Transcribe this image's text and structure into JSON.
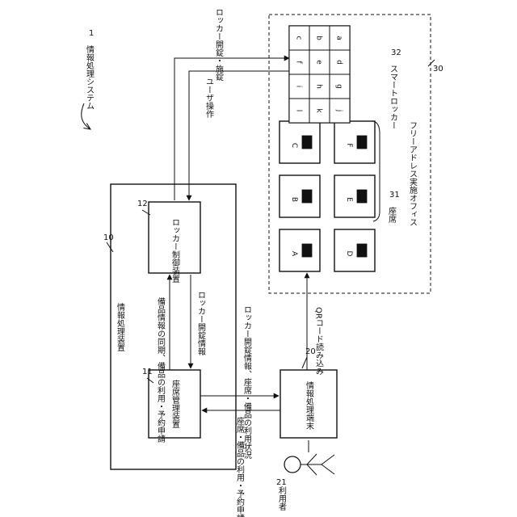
{
  "system": {
    "ref": "1",
    "label": "情報処理システム"
  },
  "info_device": {
    "ref": "10",
    "label": "情報処理装置"
  },
  "seat_manager": {
    "ref": "11",
    "label": "座席管理装置"
  },
  "locker_controller": {
    "ref": "12",
    "label": "ロッカー制御装置"
  },
  "terminal": {
    "ref": "20",
    "label": "情報処理端末"
  },
  "user": {
    "ref": "21",
    "label": "利用者"
  },
  "office": {
    "ref": "30",
    "label": "フリーアドレス実施オフィス"
  },
  "seats": {
    "ref": "31",
    "label": "座席",
    "items": [
      {
        "id": "A"
      },
      {
        "id": "B"
      },
      {
        "id": "C"
      },
      {
        "id": "D"
      },
      {
        "id": "E"
      },
      {
        "id": "F"
      }
    ]
  },
  "smart_locker": {
    "ref": "32",
    "label": "スマートロッカー",
    "rows": [
      [
        "c",
        "f",
        "i",
        "l"
      ],
      [
        "b",
        "e",
        "h",
        "k"
      ],
      [
        "a",
        "d",
        "g",
        "j"
      ]
    ]
  },
  "flows": {
    "sync_request": "備品情報の同期、備品の利用・予約申請",
    "unlock_info": "ロッカー開錠情報",
    "unlock_status": "ロッカー開錠情報、座席・備品の利用状況",
    "user_request": "座席・備品の利用・予約申請",
    "qr_read": "QRコード読み込み",
    "user_op": "ユーザ操作",
    "lock_op": "ロッカー開錠・施錠"
  }
}
